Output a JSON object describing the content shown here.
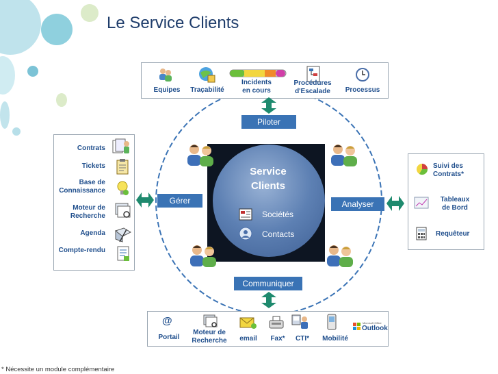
{
  "title": "Le Service Clients",
  "center": {
    "title_line1": "Service",
    "title_line2": "Clients",
    "items": [
      "Sociétés",
      "Contacts"
    ]
  },
  "tags": {
    "piloter": "Piloter",
    "gerer": "Gérer",
    "analyser": "Analyser",
    "communiquer": "Communiquer"
  },
  "top_box": [
    {
      "line1": "Equipes",
      "line2": "",
      "icon": "team-icon"
    },
    {
      "line1": "Traçabilité",
      "line2": "",
      "icon": "globe-icon"
    },
    {
      "line1": "Incidents",
      "line2": "en cours",
      "icon": "progress-bar-icon"
    },
    {
      "line1": "Procédures",
      "line2": "d'Escalade",
      "icon": "flowchart-icon"
    },
    {
      "line1": "Processus",
      "line2": "",
      "icon": "clock-icon"
    }
  ],
  "left_box": [
    {
      "line1": "Contrats",
      "line2": "",
      "icon": "contracts-icon"
    },
    {
      "line1": "Tickets",
      "line2": "",
      "icon": "clipboard-icon"
    },
    {
      "line1": "Base de",
      "line2": "Connaissance",
      "icon": "lightbulb-icon"
    },
    {
      "line1": "Moteur de",
      "line2": "Recherche",
      "icon": "search-engine-icon"
    },
    {
      "line1": "Agenda",
      "line2": "",
      "icon": "agenda-icon"
    },
    {
      "line1": "Compte-rendu",
      "line2": "",
      "icon": "report-icon"
    }
  ],
  "right_box": [
    {
      "line1": "Suivi des",
      "line2": "Contrats*",
      "icon": "pie-chart-icon"
    },
    {
      "line1": "Tableaux",
      "line2": "de Bord",
      "icon": "dashboard-icon"
    },
    {
      "line1": "Requêteur",
      "line2": "",
      "icon": "calculator-icon"
    }
  ],
  "bottom_box": [
    {
      "line1": "Portail",
      "line2": "",
      "icon": "at-sign-icon"
    },
    {
      "line1": "Moteur de",
      "line2": "Recherche",
      "icon": "search-engine-icon"
    },
    {
      "line1": "email",
      "line2": "",
      "icon": "email-icon"
    },
    {
      "line1": "Fax*",
      "line2": "",
      "icon": "fax-icon"
    },
    {
      "line1": "CTI*",
      "line2": "",
      "icon": "cti-icon"
    },
    {
      "line1": "Mobilité",
      "line2": "",
      "icon": "mobile-icon"
    },
    {
      "line1": "Microsoft Office",
      "line2": "Outlook",
      "icon": "outlook-logo"
    }
  ],
  "footnote": "* Nécessite un module complémentaire",
  "colors": {
    "title": "#1f3d6b",
    "tag": "#3a73b5",
    "label": "#1f4e8c",
    "arrow": "#1e8a6e",
    "dashed_ring": "#3a73b5",
    "deco_circles": "#7fc6d8"
  }
}
